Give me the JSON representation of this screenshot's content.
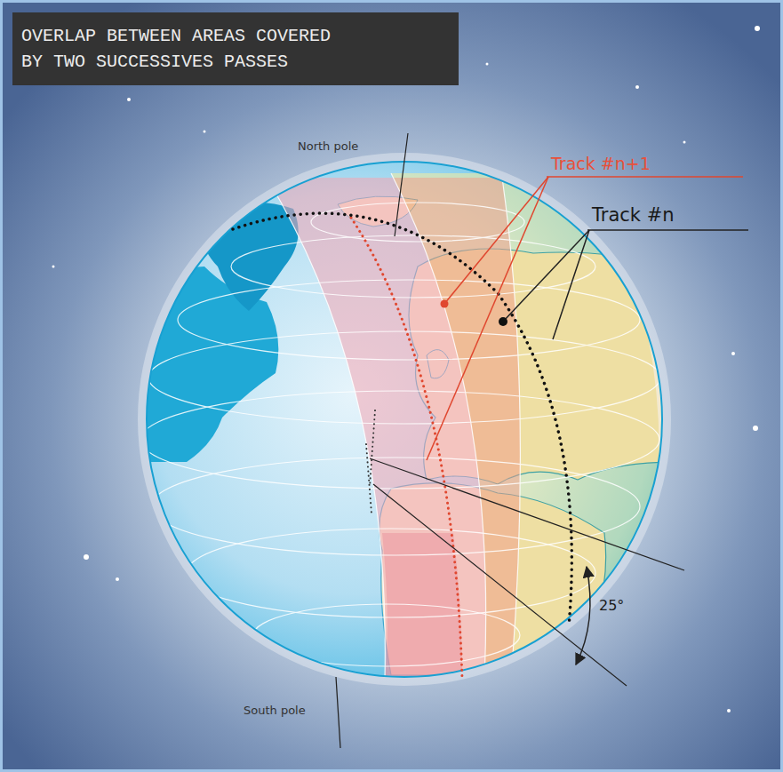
{
  "diagram": {
    "title": "OVERLAP BETWEEN AREAS COVERED BY TWO SUCCESSIVES PASSES",
    "labels": [
      "North pole",
      "Track #n+1",
      "Track #n",
      "25°",
      "South pole"
    ]
  }
}
